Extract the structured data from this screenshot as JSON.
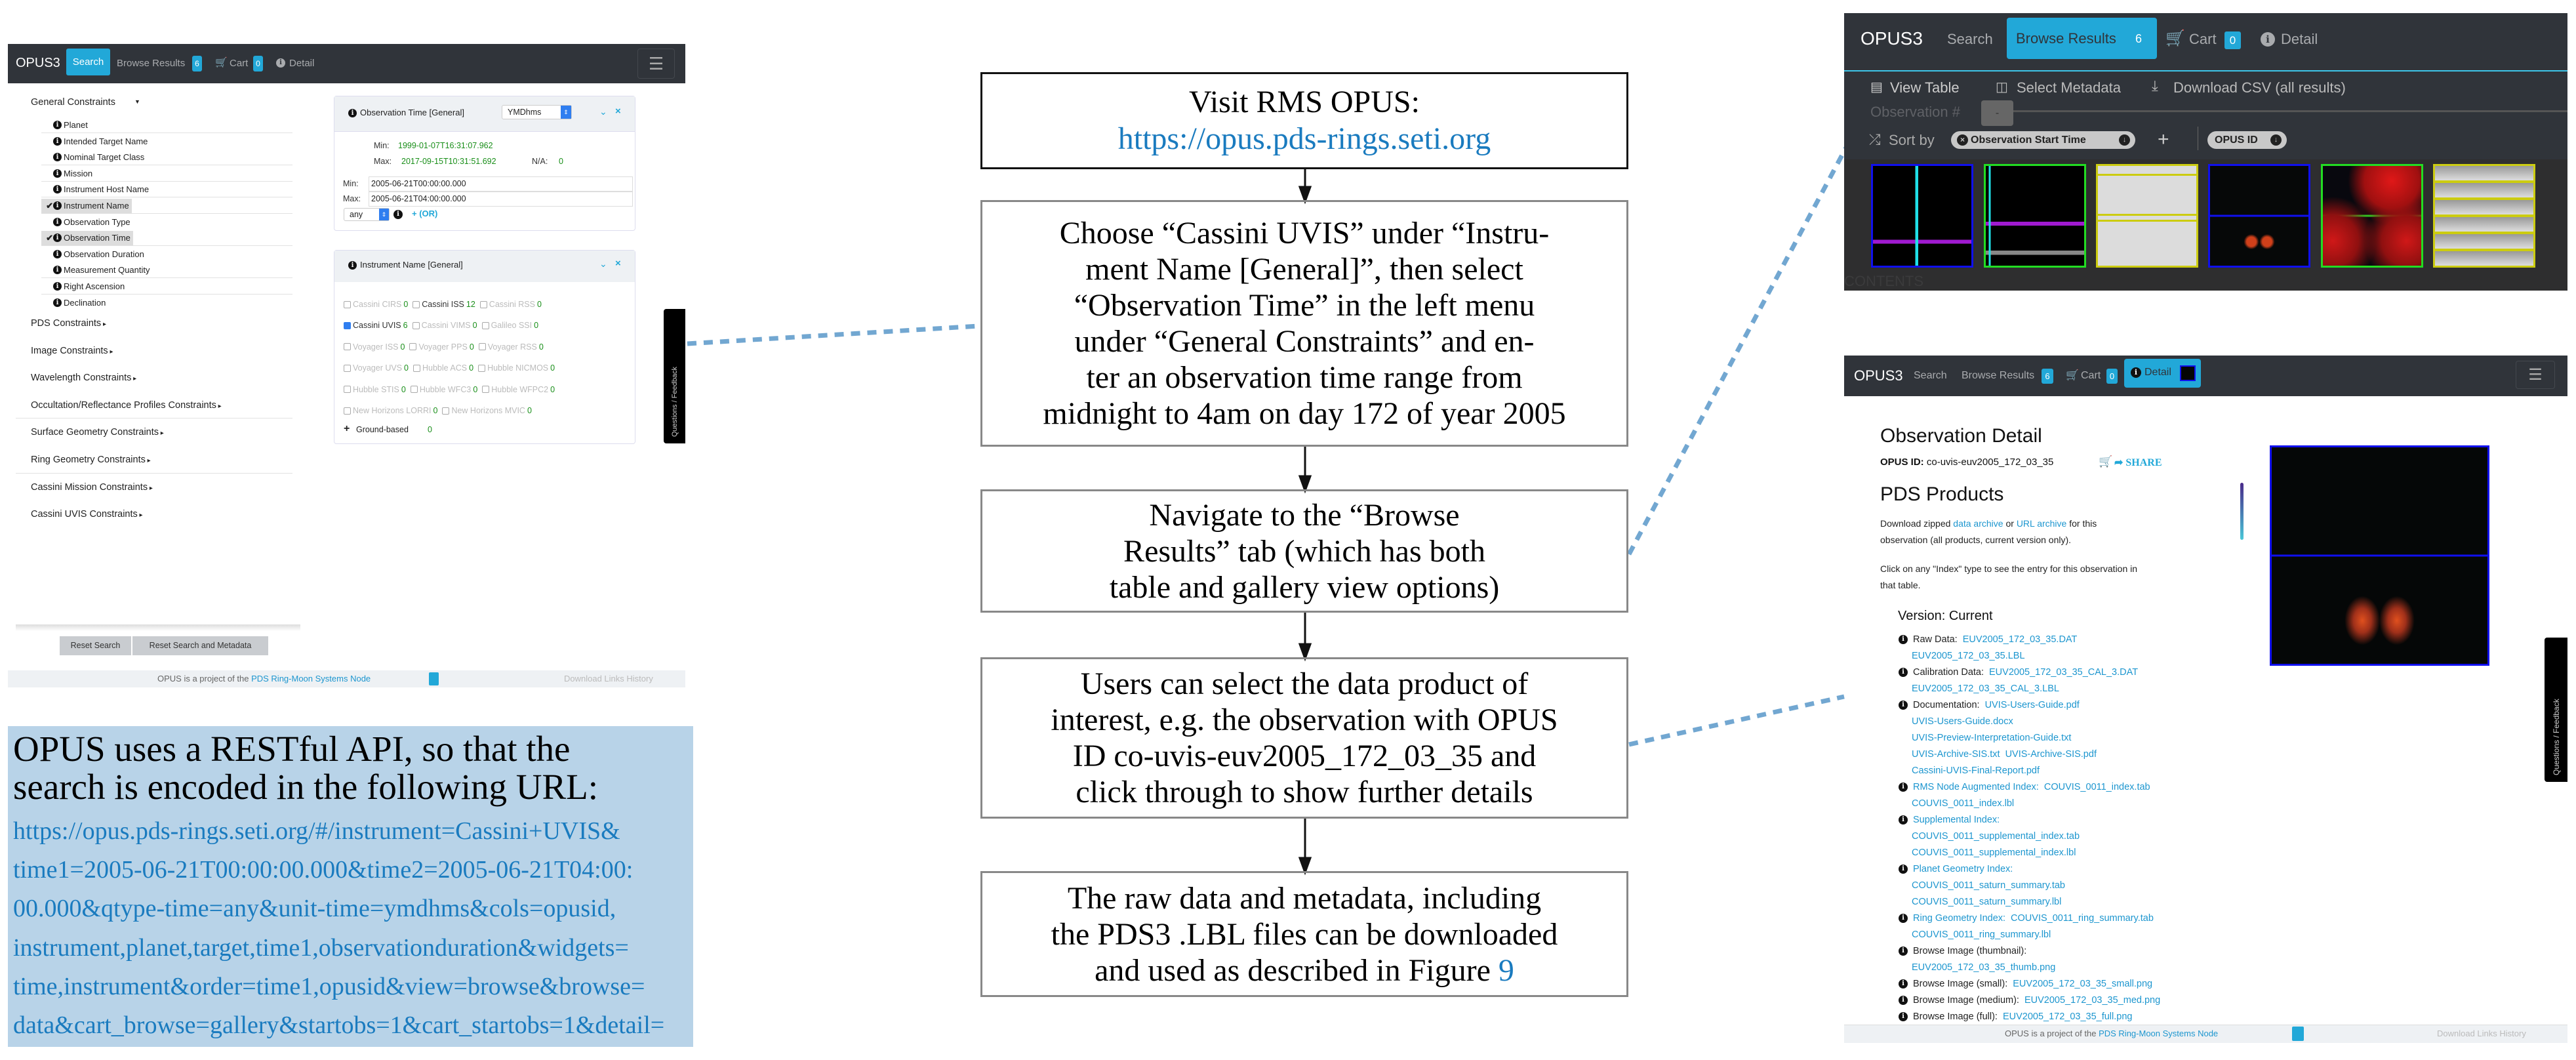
{
  "colors": {
    "navbar": "#30343a",
    "accent": "#22a8d8",
    "count_green": "#1a8f1a",
    "link_blue": "#1d96cf",
    "dashed_connector": "#72a7d1",
    "url_box_bg": "#b8d3e8"
  },
  "search_screen": {
    "navbar": {
      "brand": "OPUS3",
      "search": "Search",
      "browse": "Browse Results",
      "browse_badge": "6",
      "cart": "Cart",
      "cart_badge": "0",
      "detail": "Detail"
    },
    "sidebar": {
      "general_header": "General Constraints",
      "general_items": [
        {
          "label": "Planet",
          "sep": true
        },
        {
          "label": "Intended Target Name"
        },
        {
          "label": "Nominal Target Class",
          "sep": true
        },
        {
          "label": "Mission",
          "sep": true
        },
        {
          "label": "Instrument Host Name",
          "sep": true
        },
        {
          "label": "Instrument Name",
          "checked": true,
          "sep": true
        },
        {
          "label": "Observation Type"
        },
        {
          "label": "Observation Time",
          "checked": true,
          "sep": true
        },
        {
          "label": "Observation Duration"
        },
        {
          "label": "Measurement Quantity",
          "sep": true
        },
        {
          "label": "Right Ascension",
          "sep": true
        },
        {
          "label": "Declination"
        }
      ],
      "categories": [
        "PDS Constraints",
        "Image Constraints",
        "Wavelength Constraints",
        "Occultation/Reflectance Profiles Constraints",
        "Surface Geometry Constraints",
        "Ring Geometry Constraints",
        "Cassini Mission Constraints",
        "Cassini UVIS Constraints"
      ]
    },
    "obs_time_widget": {
      "title": "Observation Time [General]",
      "unit": "YMDhms",
      "range_min_label": "Min:",
      "range_min": "1999-01-07T16:31:07.962",
      "range_max_label": "Max:",
      "range_max": "2017-09-15T10:31:51.692",
      "na_label": "N/A:",
      "na_value": "0",
      "min_label": "Min:",
      "min_value": "2005-06-21T00:00:00.000",
      "max_label": "Max:",
      "max_value": "2005-06-21T04:00:00.000",
      "qtype": "any",
      "or_label": "+ (OR)"
    },
    "instrument_widget": {
      "title": "Instrument Name [General]",
      "rows": [
        [
          {
            "name": "Cassini CIRS",
            "count": "0"
          },
          {
            "name": "Cassini ISS",
            "count": "12",
            "dark": true
          },
          {
            "name": "Cassini RSS",
            "count": "0"
          }
        ],
        [
          {
            "name": "Cassini UVIS",
            "count": "6",
            "checked": true,
            "dark": true
          },
          {
            "name": "Cassini VIMS",
            "count": "0"
          },
          {
            "name": "Galileo SSI",
            "count": "0"
          }
        ],
        [
          {
            "name": "Voyager ISS",
            "count": "0"
          },
          {
            "name": "Voyager PPS",
            "count": "0"
          },
          {
            "name": "Voyager RSS",
            "count": "0"
          }
        ],
        [
          {
            "name": "Voyager UVS",
            "count": "0"
          },
          {
            "name": "Hubble ACS",
            "count": "0"
          },
          {
            "name": "Hubble NICMOS",
            "count": "0"
          }
        ],
        [
          {
            "name": "Hubble STIS",
            "count": "0"
          },
          {
            "name": "Hubble WFC3",
            "count": "0"
          },
          {
            "name": "Hubble WFPC2",
            "count": "0"
          }
        ],
        [
          {
            "name": "New Horizons LORRI",
            "count": "0"
          },
          {
            "name": "New Horizons MVIC",
            "count": "0"
          }
        ]
      ],
      "ground_based": "Ground-based",
      "ground_count": "0"
    },
    "reset_search": "Reset Search",
    "reset_metadata": "Reset Search and Metadata",
    "feedback": "Questions / Feedback",
    "footer": {
      "prefix": "OPUS is a project of the ",
      "link": "PDS Ring-Moon Systems Node",
      "history": "Download Links History"
    }
  },
  "url_note": {
    "intro_lines": [
      "OPUS uses a RESTful API, so that the",
      "search is encoded in the following URL:"
    ],
    "url_lines": [
      "https://opus.pds-rings.seti.org/#/instrument=Cassini+UVIS&",
      "time1=2005-06-21T00:00:00.000&time2=2005-06-21T04:00:",
      "00.000&qtype-time=any&unit-time=ymdhms&cols=opusid,",
      "instrument,planet,target,time1,observationduration&widgets=",
      "time,instrument&order=time1,opusid&view=browse&browse=",
      "data&cart_browse=gallery&startobs=1&cart_startobs=1&detail="
    ]
  },
  "flow": {
    "step1": {
      "line": "Visit RMS OPUS:",
      "link": "https://opus.pds-rings.seti.org"
    },
    "step2": {
      "lines": [
        "Choose “Cassini UVIS” under “Instru-",
        "ment Name [General]”, then select",
        "“Observation Time” in the left menu",
        "under “General Constraints” and en-",
        "ter an observation time range from",
        "midnight to 4am on day 172 of year 2005"
      ]
    },
    "step3": {
      "lines": [
        "Navigate to the “Browse",
        "Results” tab (which has both",
        "table and gallery view options)"
      ]
    },
    "step4": {
      "lines": [
        "Users can select the data product of",
        "interest, e.g.  the observation with OPUS",
        "ID co-uvis-euv2005_172_03_35 and",
        "click through to show further details"
      ]
    },
    "step5": {
      "lines": [
        "The raw data and metadata, including",
        "the PDS3 .LBL files can be downloaded"
      ],
      "last_line": "and used as described in Figure ",
      "figure_ref": "9"
    }
  },
  "browse_screen": {
    "navbar": {
      "brand": "OPUS3",
      "search": "Search",
      "browse": "Browse Results",
      "browse_badge": "6",
      "cart": "Cart",
      "cart_badge": "0",
      "detail": "Detail"
    },
    "toolbar": {
      "view_table": "View Table",
      "select_metadata": "Select Metadata",
      "download_csv": "Download CSV (all results)"
    },
    "observation_label": "Observation #",
    "observation_value": "-",
    "sort_label": "Sort by",
    "sort_chips": [
      "Observation Start Time",
      "OPUS ID"
    ],
    "thumbnails": [
      {
        "border": "#1010ee"
      },
      {
        "border": "#22dd22"
      },
      {
        "border": "#cccc10"
      },
      {
        "border": "#1010ee"
      },
      {
        "border": "#22dd22"
      },
      {
        "border": "#cccc10"
      }
    ],
    "contents_label": "CONTENTS"
  },
  "detail_screen": {
    "navbar": {
      "brand": "OPUS3",
      "search": "Search",
      "browse": "Browse Results",
      "browse_badge": "6",
      "cart": "Cart",
      "cart_badge": "0",
      "detail": "Detail"
    },
    "title": "Observation Detail",
    "opus_id_label": "OPUS ID:",
    "opus_id": "co-uvis-euv2005_172_03_35",
    "share": "SHARE",
    "pds_title": "PDS Products",
    "download_text": {
      "a": "Download zipped ",
      "link1": "data archive",
      "b": " or ",
      "link2": "URL archive",
      "c": " for this",
      "line2": "observation (all products, current version only)."
    },
    "click_text": [
      "Click on any \"Index\" type to see the entry for this observation in",
      "that table."
    ],
    "version": "Version: Current",
    "products": [
      {
        "icon": true,
        "label": "Raw Data:",
        "links": [
          "EUV2005_172_03_35.DAT"
        ]
      },
      {
        "links": [
          "EUV2005_172_03_35.LBL"
        ]
      },
      {
        "icon": true,
        "label": "Calibration Data:",
        "links": [
          "EUV2005_172_03_35_CAL_3.DAT"
        ]
      },
      {
        "links": [
          "EUV2005_172_03_35_CAL_3.LBL"
        ]
      },
      {
        "icon": true,
        "label": "Documentation:",
        "links": [
          "UVIS-Users-Guide.pdf"
        ]
      },
      {
        "links": [
          "UVIS-Users-Guide.docx"
        ]
      },
      {
        "links": [
          "UVIS-Preview-Interpretation-Guide.txt"
        ]
      },
      {
        "links": [
          "UVIS-Archive-SIS.txt",
          "UVIS-Archive-SIS.pdf"
        ]
      },
      {
        "links": [
          "Cassini-UVIS-Final-Report.pdf"
        ]
      },
      {
        "icon": true,
        "label": "RMS Node Augmented Index:",
        "label_link": true,
        "links": [
          "COUVIS_0011_index.tab"
        ]
      },
      {
        "links": [
          "COUVIS_0011_index.lbl"
        ]
      },
      {
        "icon": true,
        "label": "Supplemental Index:",
        "label_link": true,
        "links": []
      },
      {
        "links": [
          "COUVIS_0011_supplemental_index.tab"
        ]
      },
      {
        "links": [
          "COUVIS_0011_supplemental_index.lbl"
        ]
      },
      {
        "icon": true,
        "label": "Planet Geometry Index:",
        "label_link": true,
        "links": []
      },
      {
        "links": [
          "COUVIS_0011_saturn_summary.tab"
        ]
      },
      {
        "links": [
          "COUVIS_0011_saturn_summary.lbl"
        ]
      },
      {
        "icon": true,
        "label": "Ring Geometry Index:",
        "label_link": true,
        "links": [
          "COUVIS_0011_ring_summary.tab"
        ]
      },
      {
        "links": [
          "COUVIS_0011_ring_summary.lbl"
        ]
      },
      {
        "icon": true,
        "label": "Browse Image (thumbnail):",
        "links": []
      },
      {
        "links": [
          "EUV2005_172_03_35_thumb.png"
        ]
      },
      {
        "icon": true,
        "label": "Browse Image (small):",
        "links": [
          "EUV2005_172_03_35_small.png"
        ]
      },
      {
        "icon": true,
        "label": "Browse Image (medium):",
        "links": [
          "EUV2005_172_03_35_med.png"
        ]
      },
      {
        "icon": true,
        "label": "Browse Image (full):",
        "links": [
          "EUV2005_172_03_35_full.png"
        ]
      }
    ],
    "feedback": "Questions / Feedback",
    "footer": {
      "prefix": "OPUS is a project of the ",
      "link": "PDS Ring-Moon Systems Node",
      "history": "Download Links History"
    }
  }
}
